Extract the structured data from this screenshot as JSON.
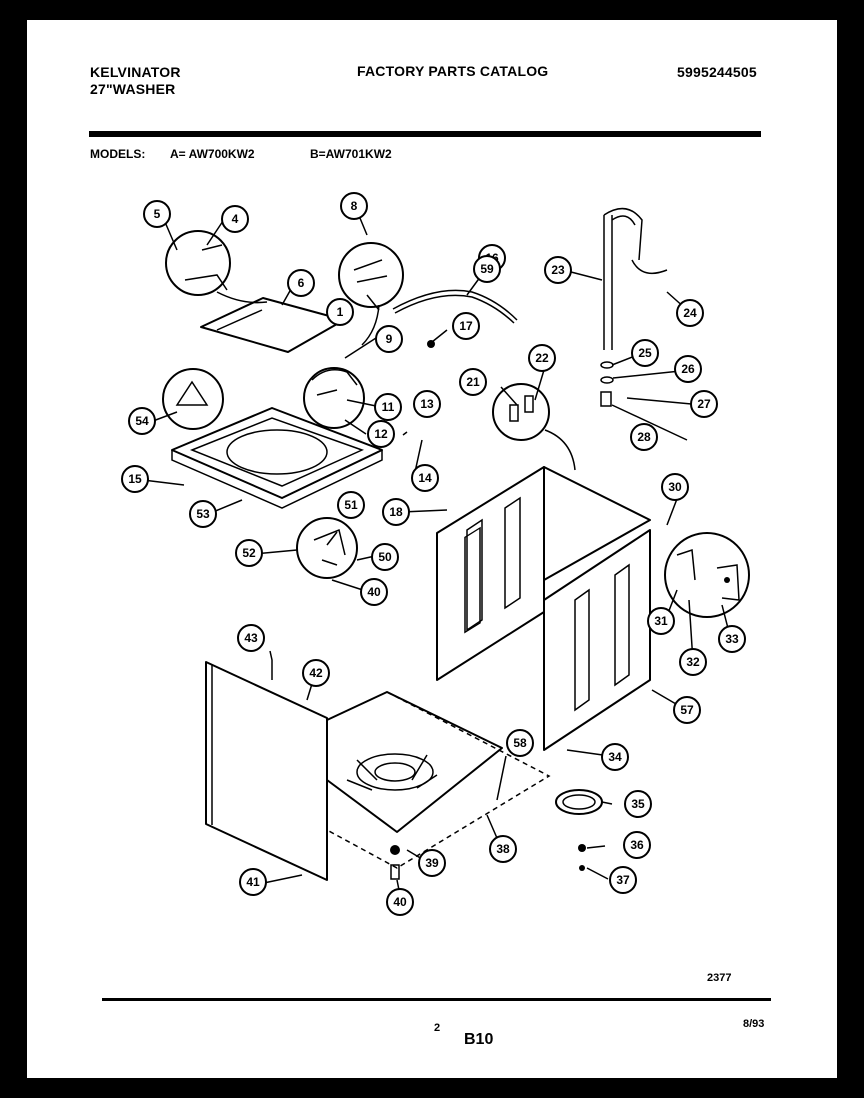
{
  "header": {
    "brand": "KELVINATOR",
    "product": "27\"WASHER",
    "catalog_title": "FACTORY PARTS CATALOG",
    "catalog_number": "5995244505"
  },
  "models": {
    "label": "MODELS:",
    "model_a": "A= AW700KW2",
    "model_b": "B=AW701KW2"
  },
  "diagram": {
    "callouts": [
      "1",
      "4",
      "5",
      "6",
      "8",
      "9",
      "11",
      "12",
      "13",
      "14",
      "15",
      "16",
      "17",
      "18",
      "21",
      "22",
      "23",
      "24",
      "25",
      "26",
      "27",
      "28",
      "30",
      "31",
      "32",
      "33",
      "34",
      "35",
      "36",
      "37",
      "38",
      "39",
      "40",
      "40",
      "41",
      "42",
      "43",
      "50",
      "51",
      "52",
      "53",
      "54",
      "57",
      "58",
      "59"
    ]
  },
  "footer": {
    "drawing_number": "2377",
    "page_number": "2",
    "section": "B10",
    "date": "8/93"
  }
}
